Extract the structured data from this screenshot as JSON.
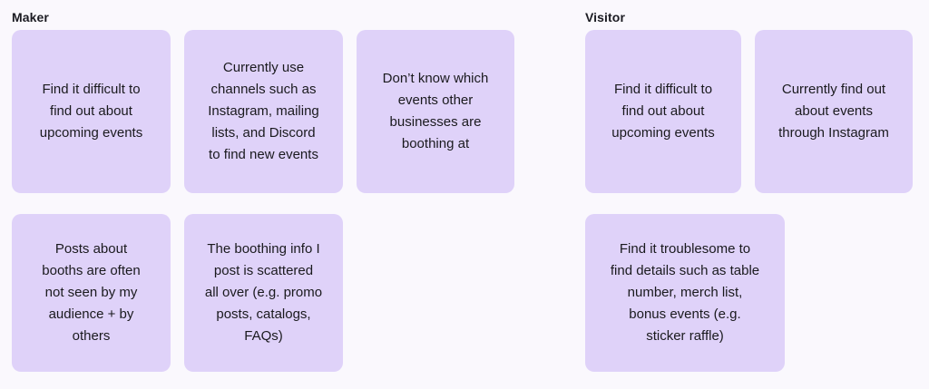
{
  "theme": {
    "background": "#faf8fd",
    "note_fill": "#dfd2f9",
    "text_color": "#1a1a1e",
    "title_color": "#1b1b22"
  },
  "groups": [
    {
      "id": "maker",
      "title": "Maker",
      "rows": [
        {
          "id": "maker-row-1",
          "notes": [
            {
              "id": "maker-note-1",
              "text": "Find it difficult to\nfind out about\nupcoming events"
            },
            {
              "id": "maker-note-2",
              "text": "Currently use\nchannels such as\nInstagram, mailing\nlists, and Discord\nto find new events"
            },
            {
              "id": "maker-note-3",
              "text": "Don’t know which\nevents other\nbusinesses are\nboothing at"
            }
          ]
        },
        {
          "id": "maker-row-2",
          "notes": [
            {
              "id": "maker-note-4",
              "text": "Posts about\nbooths are often\nnot seen by my\naudience + by\nothers"
            },
            {
              "id": "maker-note-5",
              "text": "The boothing info I\npost is scattered\nall over (e.g. promo\nposts, catalogs,\nFAQs)"
            }
          ]
        }
      ]
    },
    {
      "id": "visitor",
      "title": "Visitor",
      "rows": [
        {
          "id": "visitor-row-1",
          "notes": [
            {
              "id": "visitor-note-1",
              "text": "Find it difficult to\nfind out about\nupcoming events"
            },
            {
              "id": "visitor-note-2",
              "text": "Currently find out\nabout events\nthrough Instagram"
            }
          ]
        },
        {
          "id": "visitor-row-2",
          "notes": [
            {
              "id": "visitor-note-3",
              "text": "Find it troublesome to\nfind details such as table\nnumber, merch list,\nbonus events (e.g.\nsticker raffle)"
            }
          ]
        }
      ]
    }
  ]
}
